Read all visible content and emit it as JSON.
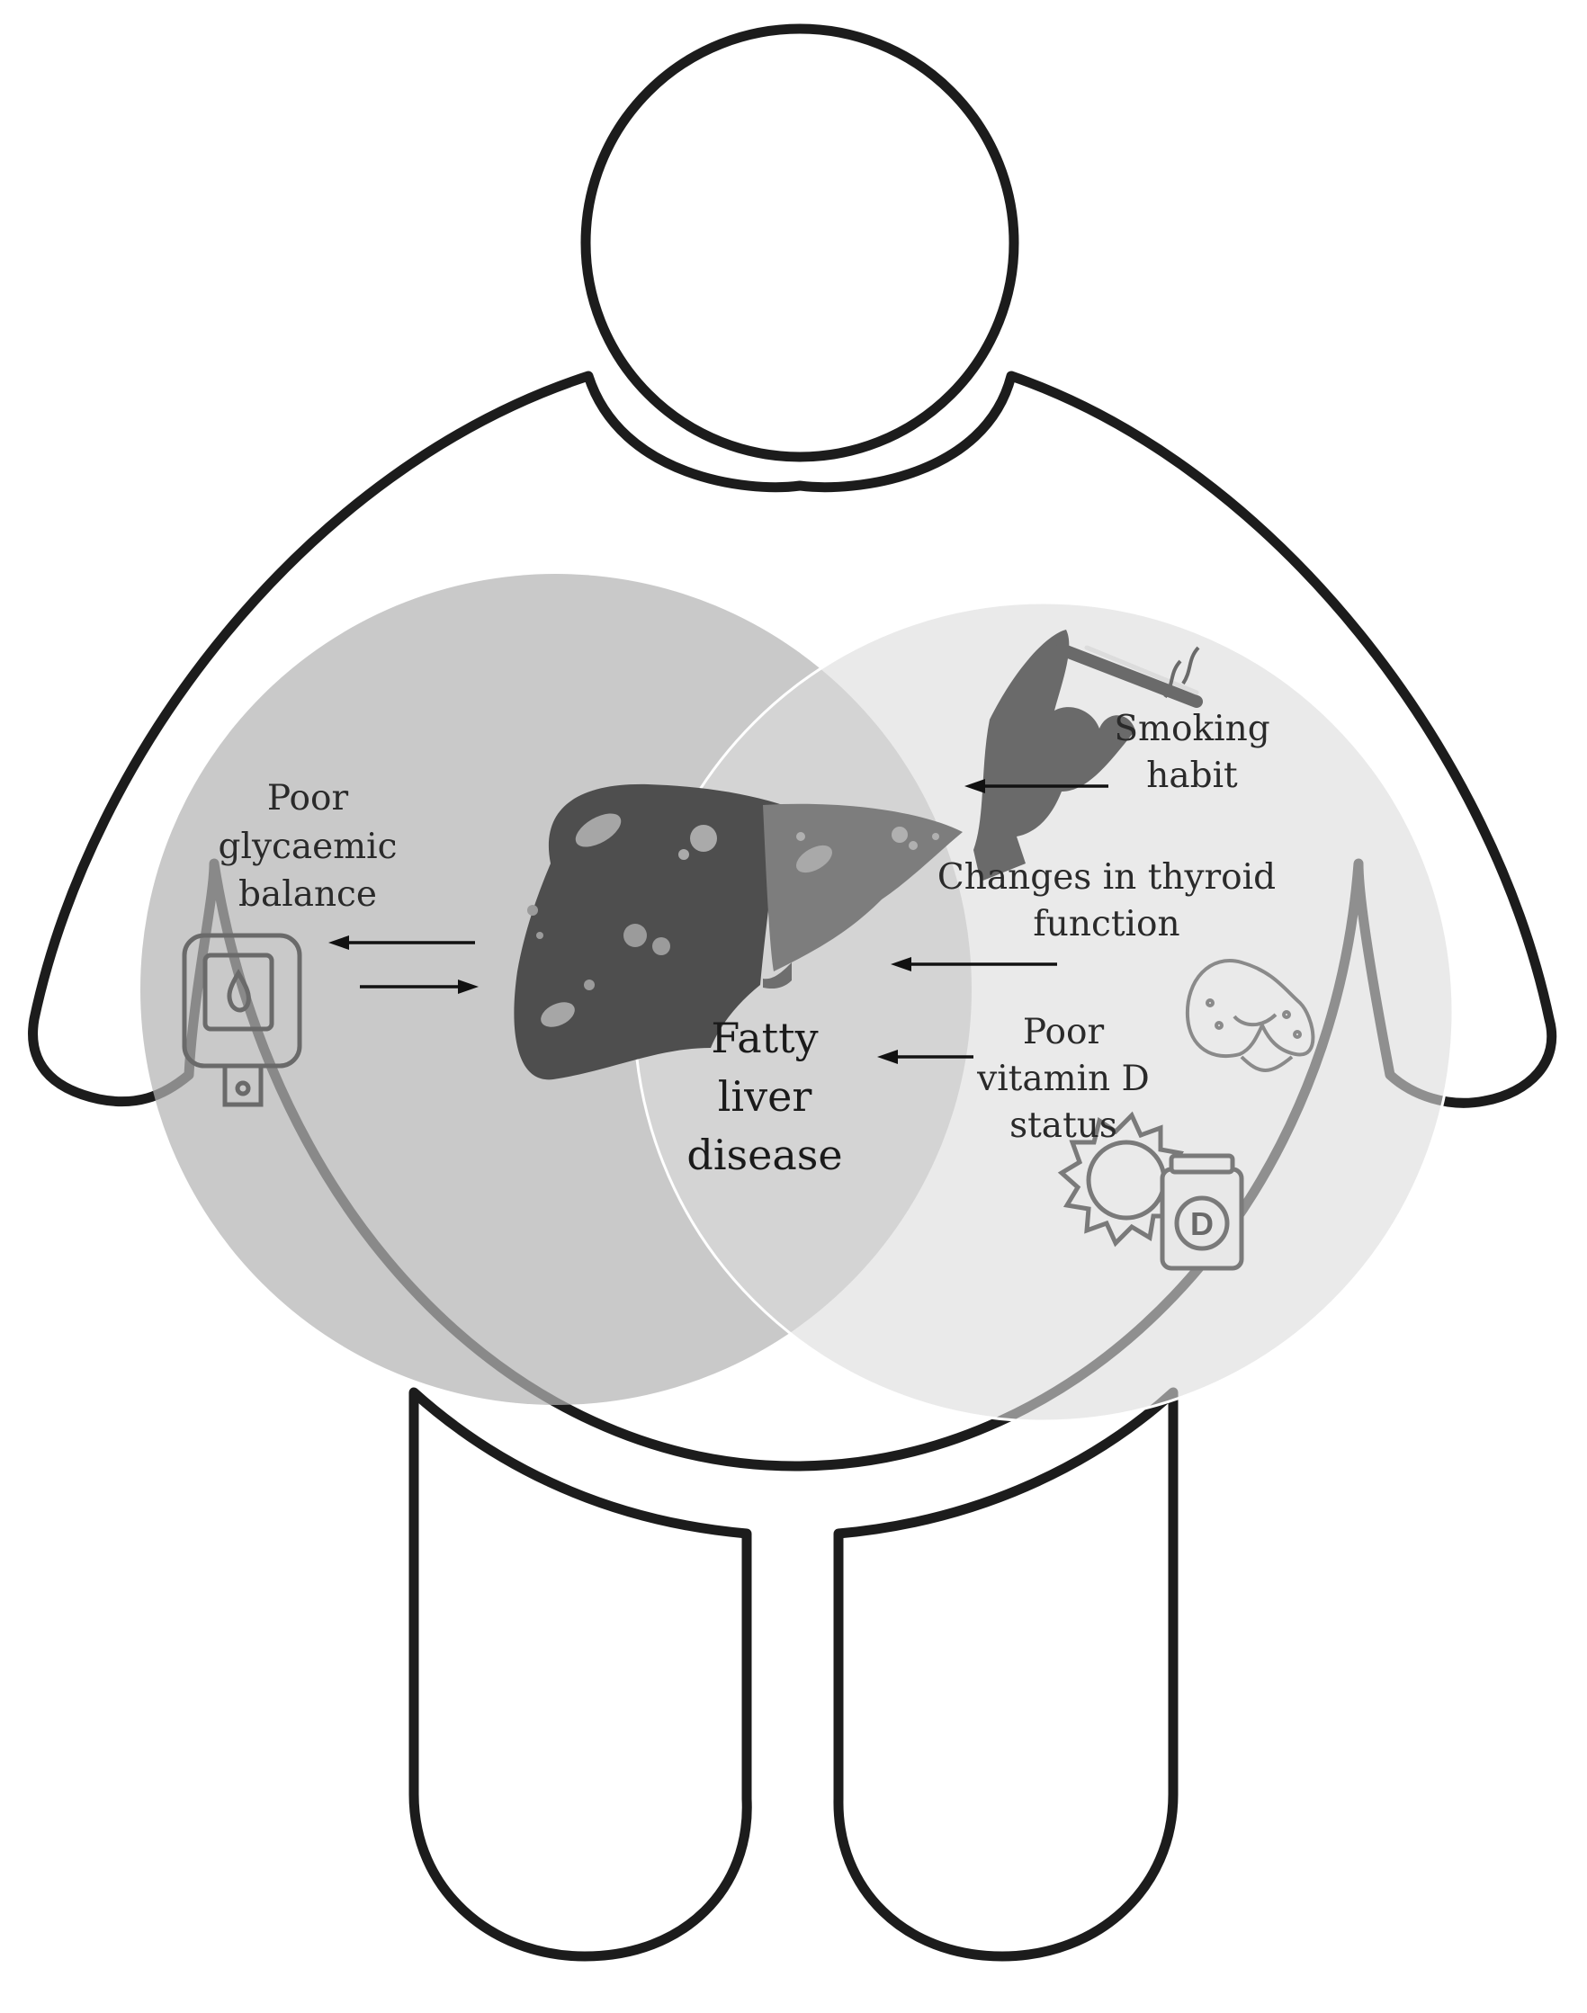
{
  "labels": {
    "poor_glycaemic": [
      "Poor",
      "glycaemic",
      "balance"
    ],
    "smoking": [
      "Smoking",
      "habit"
    ],
    "thyroid": [
      "Changes in thyroid",
      "function"
    ],
    "vitamin_d": [
      "Poor",
      "vitamin D",
      "status"
    ],
    "center": [
      "Fatty",
      "liver",
      "disease"
    ],
    "vitamin_badge": "D"
  },
  "icons": {
    "glucometer": "glucometer-icon",
    "liver": "liver-icon",
    "smoking": "smoking-hand-icon",
    "thyroid": "thyroid-icon",
    "vitamin_d": "vitamin-d-sun-icon"
  },
  "colors": {
    "outline": "#1c1c1c",
    "left_circle": "#b9b9b9",
    "right_circle": "#e2e2e2",
    "liver_dark": "#4e4e4e",
    "liver_light": "#888888"
  }
}
